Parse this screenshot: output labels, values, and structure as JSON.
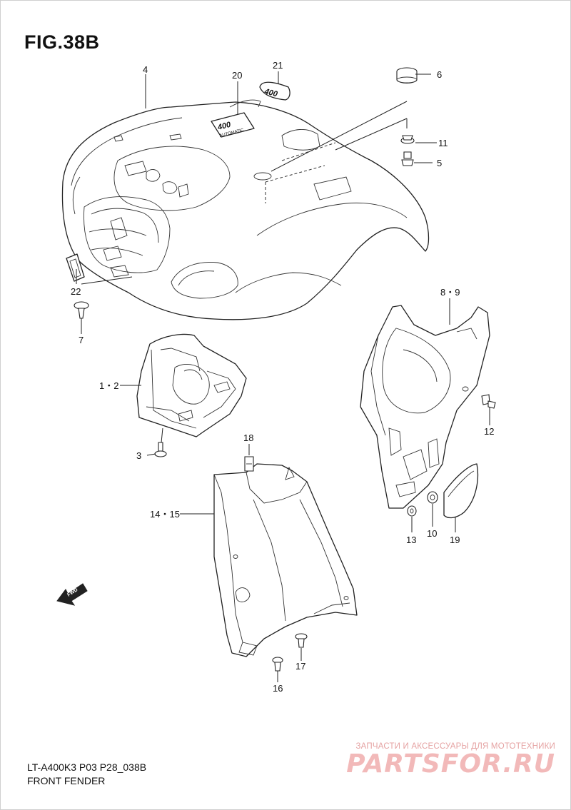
{
  "figure": {
    "title": "FIG.38B",
    "model_code": "LT-A400K3 P03 P28_038B",
    "caption": "FRONT FENDER"
  },
  "callouts": [
    "4",
    "20",
    "21",
    "6",
    "11",
    "5",
    "22",
    "7",
    "8・9",
    "1・2",
    "12",
    "3",
    "18",
    "14・15",
    "13",
    "10",
    "19",
    "17",
    "16"
  ],
  "emblems": {
    "badge": "400",
    "decal_number": "400",
    "decal_text": "AUTOMATIC",
    "direction_arrow": "FWD"
  },
  "watermark": {
    "tagline": "ЗАПЧАСТИ И АКСЕССУАРЫ ДЛЯ МОТОТЕХНИКИ",
    "logo": "PARTSFOR.RU"
  }
}
